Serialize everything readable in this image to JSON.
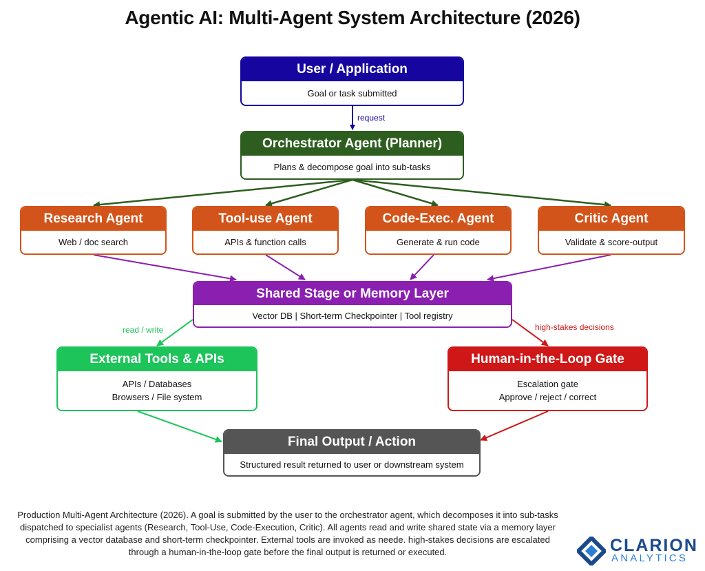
{
  "title": "Agentic AI: Multi-Agent System Architecture (2026)",
  "colors": {
    "user": "#16069f",
    "orchestrator": "#2e5e1f",
    "agent": "#d2541a",
    "memory": "#8a1fb0",
    "tools": "#1cc45a",
    "human": "#cf1717",
    "final": "#555555",
    "brand_dark": "#1b4a8c",
    "brand_light": "#2a7fd4"
  },
  "nodes": {
    "user": {
      "title": "User / Application",
      "lines": [
        "Goal or task submitted"
      ]
    },
    "orchestrator": {
      "title": "Orchestrator Agent (Planner)",
      "lines": [
        "Plans & decompose goal into sub-tasks"
      ]
    },
    "research": {
      "title": "Research Agent",
      "lines": [
        "Web / doc search"
      ]
    },
    "tooluse": {
      "title": "Tool-use Agent",
      "lines": [
        "APIs & function calls"
      ]
    },
    "codeexec": {
      "title": "Code-Exec. Agent",
      "lines": [
        "Generate & run code"
      ]
    },
    "critic": {
      "title": "Critic Agent",
      "lines": [
        "Validate & score-output"
      ]
    },
    "memory": {
      "title": "Shared Stage or Memory Layer",
      "lines": [
        "Vector DB | Short-term Checkpointer | Tool registry"
      ]
    },
    "tools": {
      "title": "External Tools & APIs",
      "lines": [
        "APIs / Databases",
        "Browsers / File system"
      ]
    },
    "human": {
      "title": "Human-in-the-Loop Gate",
      "lines": [
        "Escalation gate",
        "Approve / reject / correct"
      ]
    },
    "final": {
      "title": "Final Output / Action",
      "lines": [
        "Structured result returned to user or downstream system"
      ]
    }
  },
  "edge_labels": {
    "request": "request",
    "read_write": "read / write",
    "high_stakes": "high-stakes decisions"
  },
  "caption": "Production Multi-Agent Architecture (2026). A goal is submitted by the user to the orchestrator agent, which decomposes it into sub-tasks dispatched to specialist agents (Research, Tool-Use, Code-Execution, Critic). All agents read and write shared state via a memory layer comprising a vector database and short-term checkpointer. External tools are invoked as neede. high-stakes decisions are escalated through a human-in-the-loop gate before the final output is returned or executed.",
  "brand": {
    "name": "CLARION",
    "sub": "ANALYTICS"
  }
}
